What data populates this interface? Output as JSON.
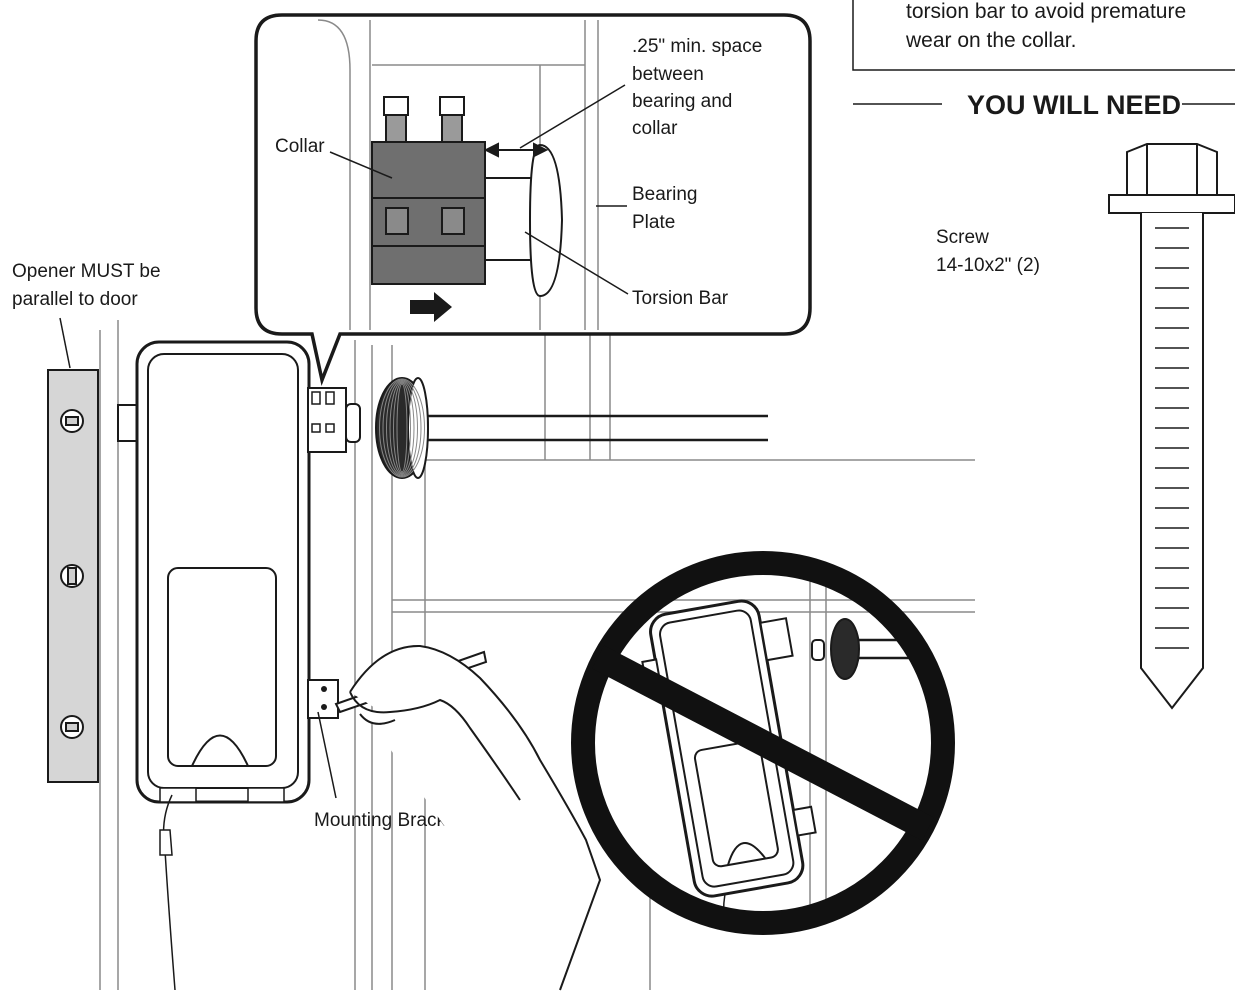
{
  "note_box": {
    "line1": "torsion bar to avoid premature",
    "line2": "wear on the collar."
  },
  "you_will_need": {
    "heading": "YOU WILL NEED",
    "item_name": "Screw",
    "item_spec": "14-10x2\" (2)"
  },
  "callout": {
    "space_line1": ".25\" min. space",
    "space_line2": "between",
    "space_line3": "bearing and",
    "space_line4": "collar",
    "collar": "Collar",
    "bearing_line1": "Bearing",
    "bearing_line2": "Plate",
    "torsion_bar": "Torsion Bar"
  },
  "main": {
    "parallel_line1": "Opener MUST be",
    "parallel_line2": "parallel to door",
    "mounting_bracket": "Mounting Bracket"
  },
  "colors": {
    "ink": "#1a1a1a",
    "collar_fill": "#6f6f6f",
    "rail_fill": "#d6d6d6",
    "no_symbol": "#111111"
  }
}
